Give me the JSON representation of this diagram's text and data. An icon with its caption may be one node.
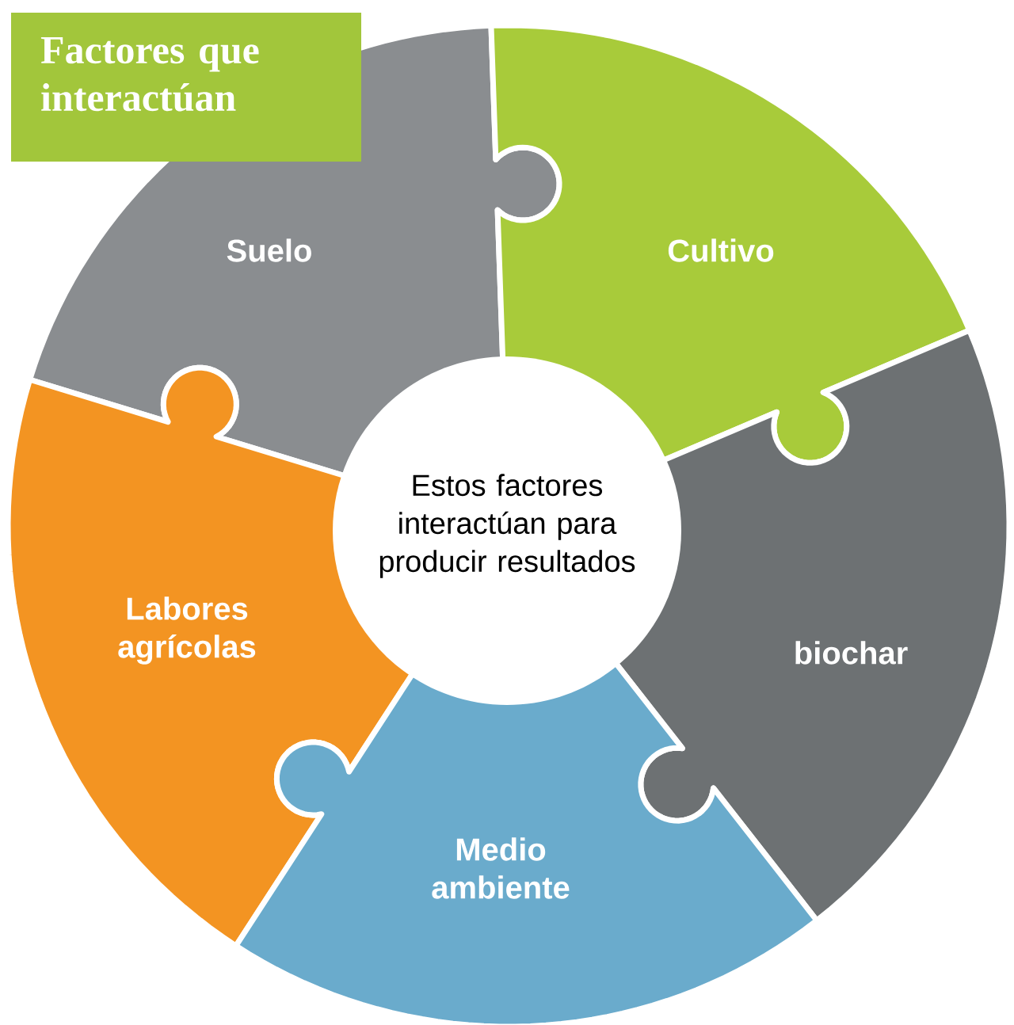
{
  "diagram": {
    "title": "Factores que interactúan",
    "nodes": [
      {
        "text": [
          "Suelo"
        ]
      },
      {
        "text": [
          "Cultivo"
        ]
      },
      {
        "text": [
          "Estos factores interactúan para producir resultados"
        ]
      },
      {
        "text": [
          "Labores agrícolas"
        ]
      },
      {
        "text": [
          "biochar"
        ]
      },
      {
        "text": [
          "Medio ambiente"
        ]
      }
    ]
  }
}
